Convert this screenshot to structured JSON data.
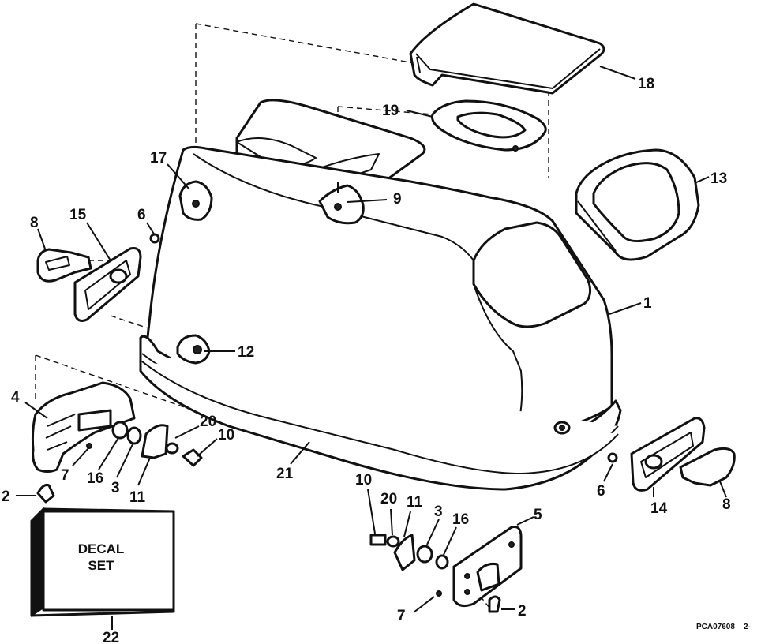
{
  "diagram": {
    "callouts": [
      {
        "id": "c18",
        "label": "18"
      },
      {
        "id": "c19",
        "label": "19"
      },
      {
        "id": "c13",
        "label": "13"
      },
      {
        "id": "c17",
        "label": "17"
      },
      {
        "id": "c9",
        "label": "9"
      },
      {
        "id": "c8a",
        "label": "8"
      },
      {
        "id": "c15",
        "label": "15"
      },
      {
        "id": "c6a",
        "label": "6"
      },
      {
        "id": "c1",
        "label": "1"
      },
      {
        "id": "c12",
        "label": "12"
      },
      {
        "id": "c4",
        "label": "4"
      },
      {
        "id": "c20a",
        "label": "20"
      },
      {
        "id": "c10a",
        "label": "10"
      },
      {
        "id": "c7a",
        "label": "7"
      },
      {
        "id": "c16a",
        "label": "16"
      },
      {
        "id": "c3a",
        "label": "3"
      },
      {
        "id": "c11a",
        "label": "11"
      },
      {
        "id": "c2a",
        "label": "2"
      },
      {
        "id": "c21",
        "label": "21"
      },
      {
        "id": "c6b",
        "label": "6"
      },
      {
        "id": "c14",
        "label": "14"
      },
      {
        "id": "c8b",
        "label": "8"
      },
      {
        "id": "c10b",
        "label": "10"
      },
      {
        "id": "c20b",
        "label": "20"
      },
      {
        "id": "c11b",
        "label": "11"
      },
      {
        "id": "c3b",
        "label": "3"
      },
      {
        "id": "c16b",
        "label": "16"
      },
      {
        "id": "c5",
        "label": "5"
      },
      {
        "id": "c7b",
        "label": "7"
      },
      {
        "id": "c2b",
        "label": "2"
      },
      {
        "id": "c22",
        "label": "22"
      }
    ],
    "decal": {
      "line1": "DECAL",
      "line2": "SET"
    },
    "drawing_code": "PCA07608",
    "sheet_suffix": "2-"
  }
}
